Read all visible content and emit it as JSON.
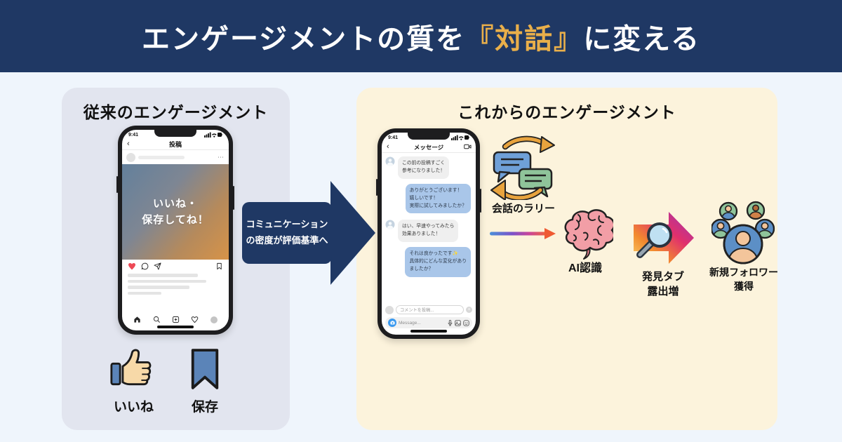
{
  "colors": {
    "header_bg": "#1F3864",
    "highlight_gold": "#E9AF4A",
    "page_bg": "#EFF5FC",
    "left_panel_bg": "#E2E5EF",
    "right_panel_bg": "#FCF3DC",
    "arrow_navy": "#1F3864",
    "sent_bubble": "#A9C6E9",
    "received_bubble": "#EFEFEF",
    "rally_arrow_orange": "#E8A33D",
    "brain_pink": "#F29EA6",
    "like_blue": "#5B84B8",
    "instagram_gradient": [
      "#FBD46B",
      "#F28A2E",
      "#E1306C",
      "#9B35B5"
    ],
    "flow_arrow_gradient": [
      "#4A90D9",
      "#7B52C9",
      "#C8459B",
      "#F0633C"
    ]
  },
  "header": {
    "title_prefix": "エンゲージメントの質を",
    "title_highlight": "『対話』",
    "title_suffix": "に変える"
  },
  "left_panel": {
    "title": "従来のエンゲージメント",
    "phone": {
      "status_time": "9:41",
      "back_icon": "‹",
      "nav_title": "投稿",
      "more_icon": "⋯",
      "post_image_text": "いいね・\n保存してね！"
    },
    "legend": [
      {
        "icon": "thumbs-up-icon",
        "label": "いいね"
      },
      {
        "icon": "bookmark-icon",
        "label": "保存"
      }
    ]
  },
  "center_arrow": {
    "line1": "コミュニケーション",
    "line2": "の密度が評価基準へ"
  },
  "right_panel": {
    "title": "これからのエンゲージメント",
    "phone": {
      "status_time": "9:41",
      "back_icon": "‹",
      "nav_title": "メッセージ",
      "messages": [
        {
          "side": "received",
          "text": "この前の投稿すごく\n参考になりました！"
        },
        {
          "side": "sent",
          "text": "ありがとうございます！\n嬉しいです！\n実際に試してみましたか？"
        },
        {
          "side": "received",
          "text": "はい、早速やってみたら\n効果ありました！"
        },
        {
          "side": "sent",
          "text": "それは良かったです✨\n具体的にどんな変化があり\nましたか？"
        }
      ],
      "comment_placeholder": "コメントを投稿...",
      "message_placeholder": "Message...",
      "plus_icon": "+"
    },
    "flow": {
      "rally_label": "会話のラリー",
      "ai_label": "AI認識",
      "discover_label": "発見タブ\n露出増",
      "follower_label": "新規フォロワー\n獲得"
    }
  }
}
